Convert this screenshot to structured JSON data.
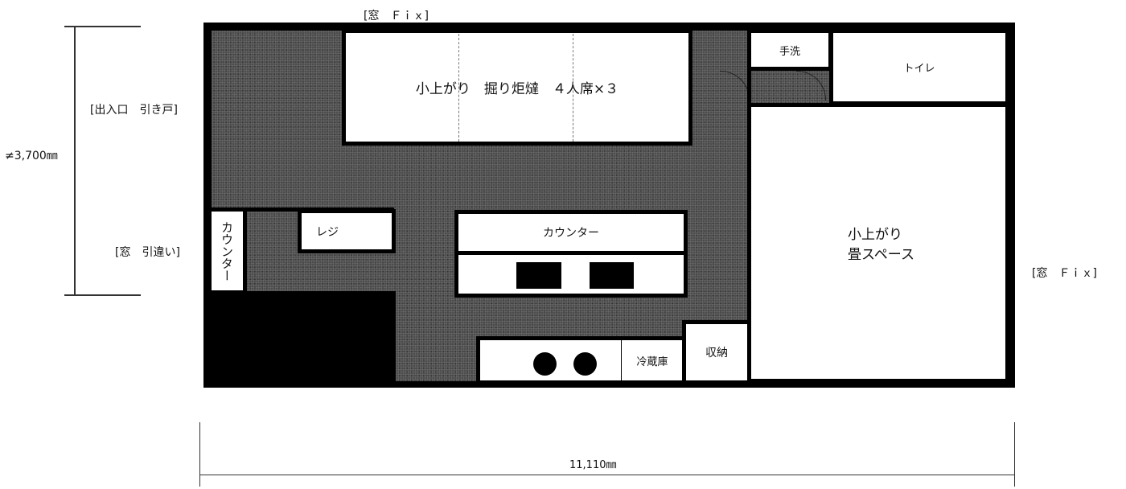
{
  "labels": {
    "window_top": "[窓　Ｆｉｘ]",
    "entrance": "[出入口　引き戸]",
    "window_left": "[窓　引違い]",
    "window_right": "[窓　Ｆｉｘ]",
    "height_dim": "≠3,700㎜",
    "width_dim": "11,110㎜"
  },
  "rooms": {
    "horigotatsu": "小上がり　掘り炬燵　４人席×３",
    "handwash": "手洗",
    "toilet": "トイレ",
    "tatami_line1": "小上がり",
    "tatami_line2": "畳スペース",
    "counter_left": "カウンター",
    "register": "レジ",
    "counter": "カウンター",
    "fridge": "冷蔵庫",
    "storage": "収納"
  }
}
